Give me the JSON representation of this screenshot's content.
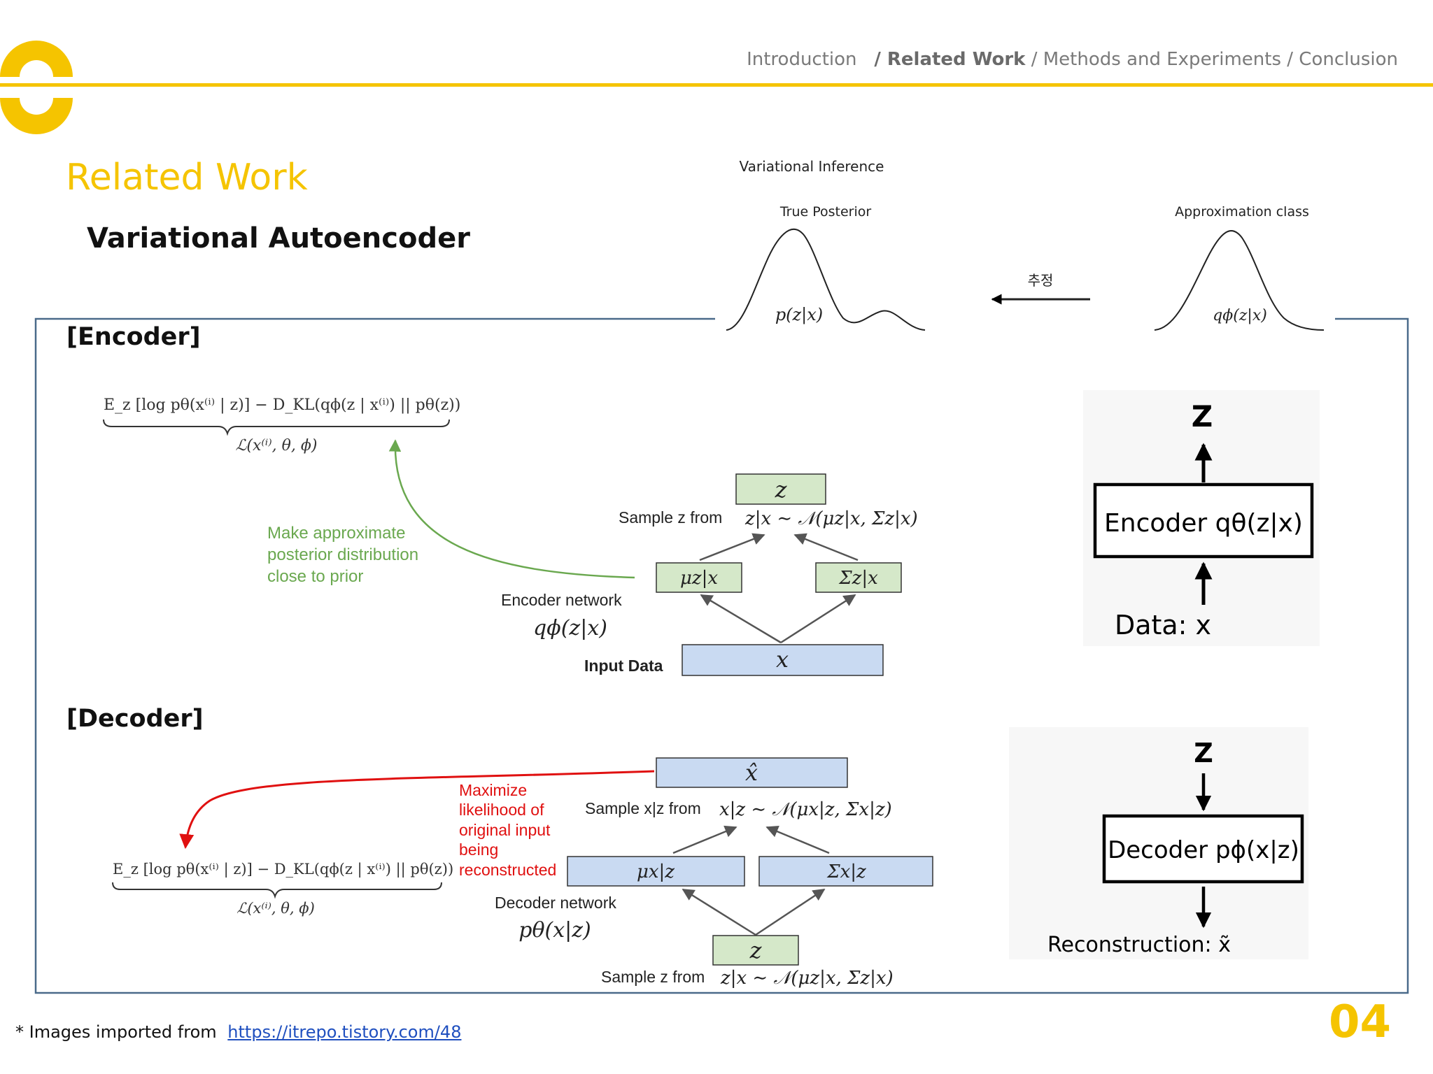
{
  "nav": {
    "items": [
      "Introduction",
      "/ Related Work",
      "/ Methods and Experiments",
      "/ Conclusion"
    ],
    "current_index": 1
  },
  "title": "Related Work",
  "subtitle": "Variational Autoencoder",
  "vi": {
    "heading": "Variational Inference",
    "true_posterior": "True Posterior",
    "true_posterior_formula": "p(z|x)",
    "approx_class": "Approximation class",
    "approx_formula": "qϕ(z|x)",
    "arrow_label": "추정"
  },
  "encoder": {
    "section_label": "[Encoder]",
    "elbo": "E_z [log pθ(x⁽ⁱ⁾ | z)] − D_KL(qϕ(z | x⁽ⁱ⁾) || pθ(z))",
    "elbo_sub": "ℒ(x⁽ⁱ⁾, θ, ϕ)",
    "annotation": [
      "Make approximate",
      "posterior distribution",
      "close to prior"
    ],
    "z_box": "z",
    "sample_label": "Sample z from",
    "sample_formula": "z|x ∼ 𝒩(μz|x, Σz|x)",
    "mu_box": "μz|x",
    "sigma_box": "Σz|x",
    "network_label": "Encoder network",
    "network_formula": "qϕ(z|x)",
    "input_label": "Input Data",
    "x_box": "x",
    "simple_z": "Z",
    "simple_box": "Encoder qθ(z|x)",
    "simple_data": "Data: x"
  },
  "decoder": {
    "section_label": "[Decoder]",
    "xhat_box": "x̂",
    "annotation": [
      "Maximize",
      "likelihood of",
      "original input",
      "being",
      "reconstructed"
    ],
    "sample_label": "Sample x|z from",
    "sample_formula": "x|z ∼ 𝒩(μx|z, Σx|z)",
    "mu_box": "μx|z",
    "sigma_box": "Σx|z",
    "elbo": "E_z [log pθ(x⁽ⁱ⁾ | z)] − D_KL(qϕ(z | x⁽ⁱ⁾) || pθ(z))",
    "elbo_sub": "ℒ(x⁽ⁱ⁾, θ, ϕ)",
    "network_label": "Decoder network",
    "network_formula": "pθ(x|z)",
    "z_box": "z",
    "bottom_sample_label": "Sample z from",
    "bottom_sample_formula": "z|x ∼ 𝒩(μz|x, Σz|x)",
    "simple_z": "Z",
    "simple_box": "Decoder pϕ(x|z)",
    "simple_recon": "Reconstruction: x̃"
  },
  "footnote": {
    "prefix": "* Images imported from",
    "link": "https://itrepo.tistory.com/48"
  },
  "page_number": "04",
  "colors": {
    "accent": "#f5c400",
    "frame": "#4a6a8a",
    "green_box": "#d5e8c9",
    "blue_box": "#c9daf2",
    "green_text": "#6aa84f",
    "red": "#e01010"
  }
}
